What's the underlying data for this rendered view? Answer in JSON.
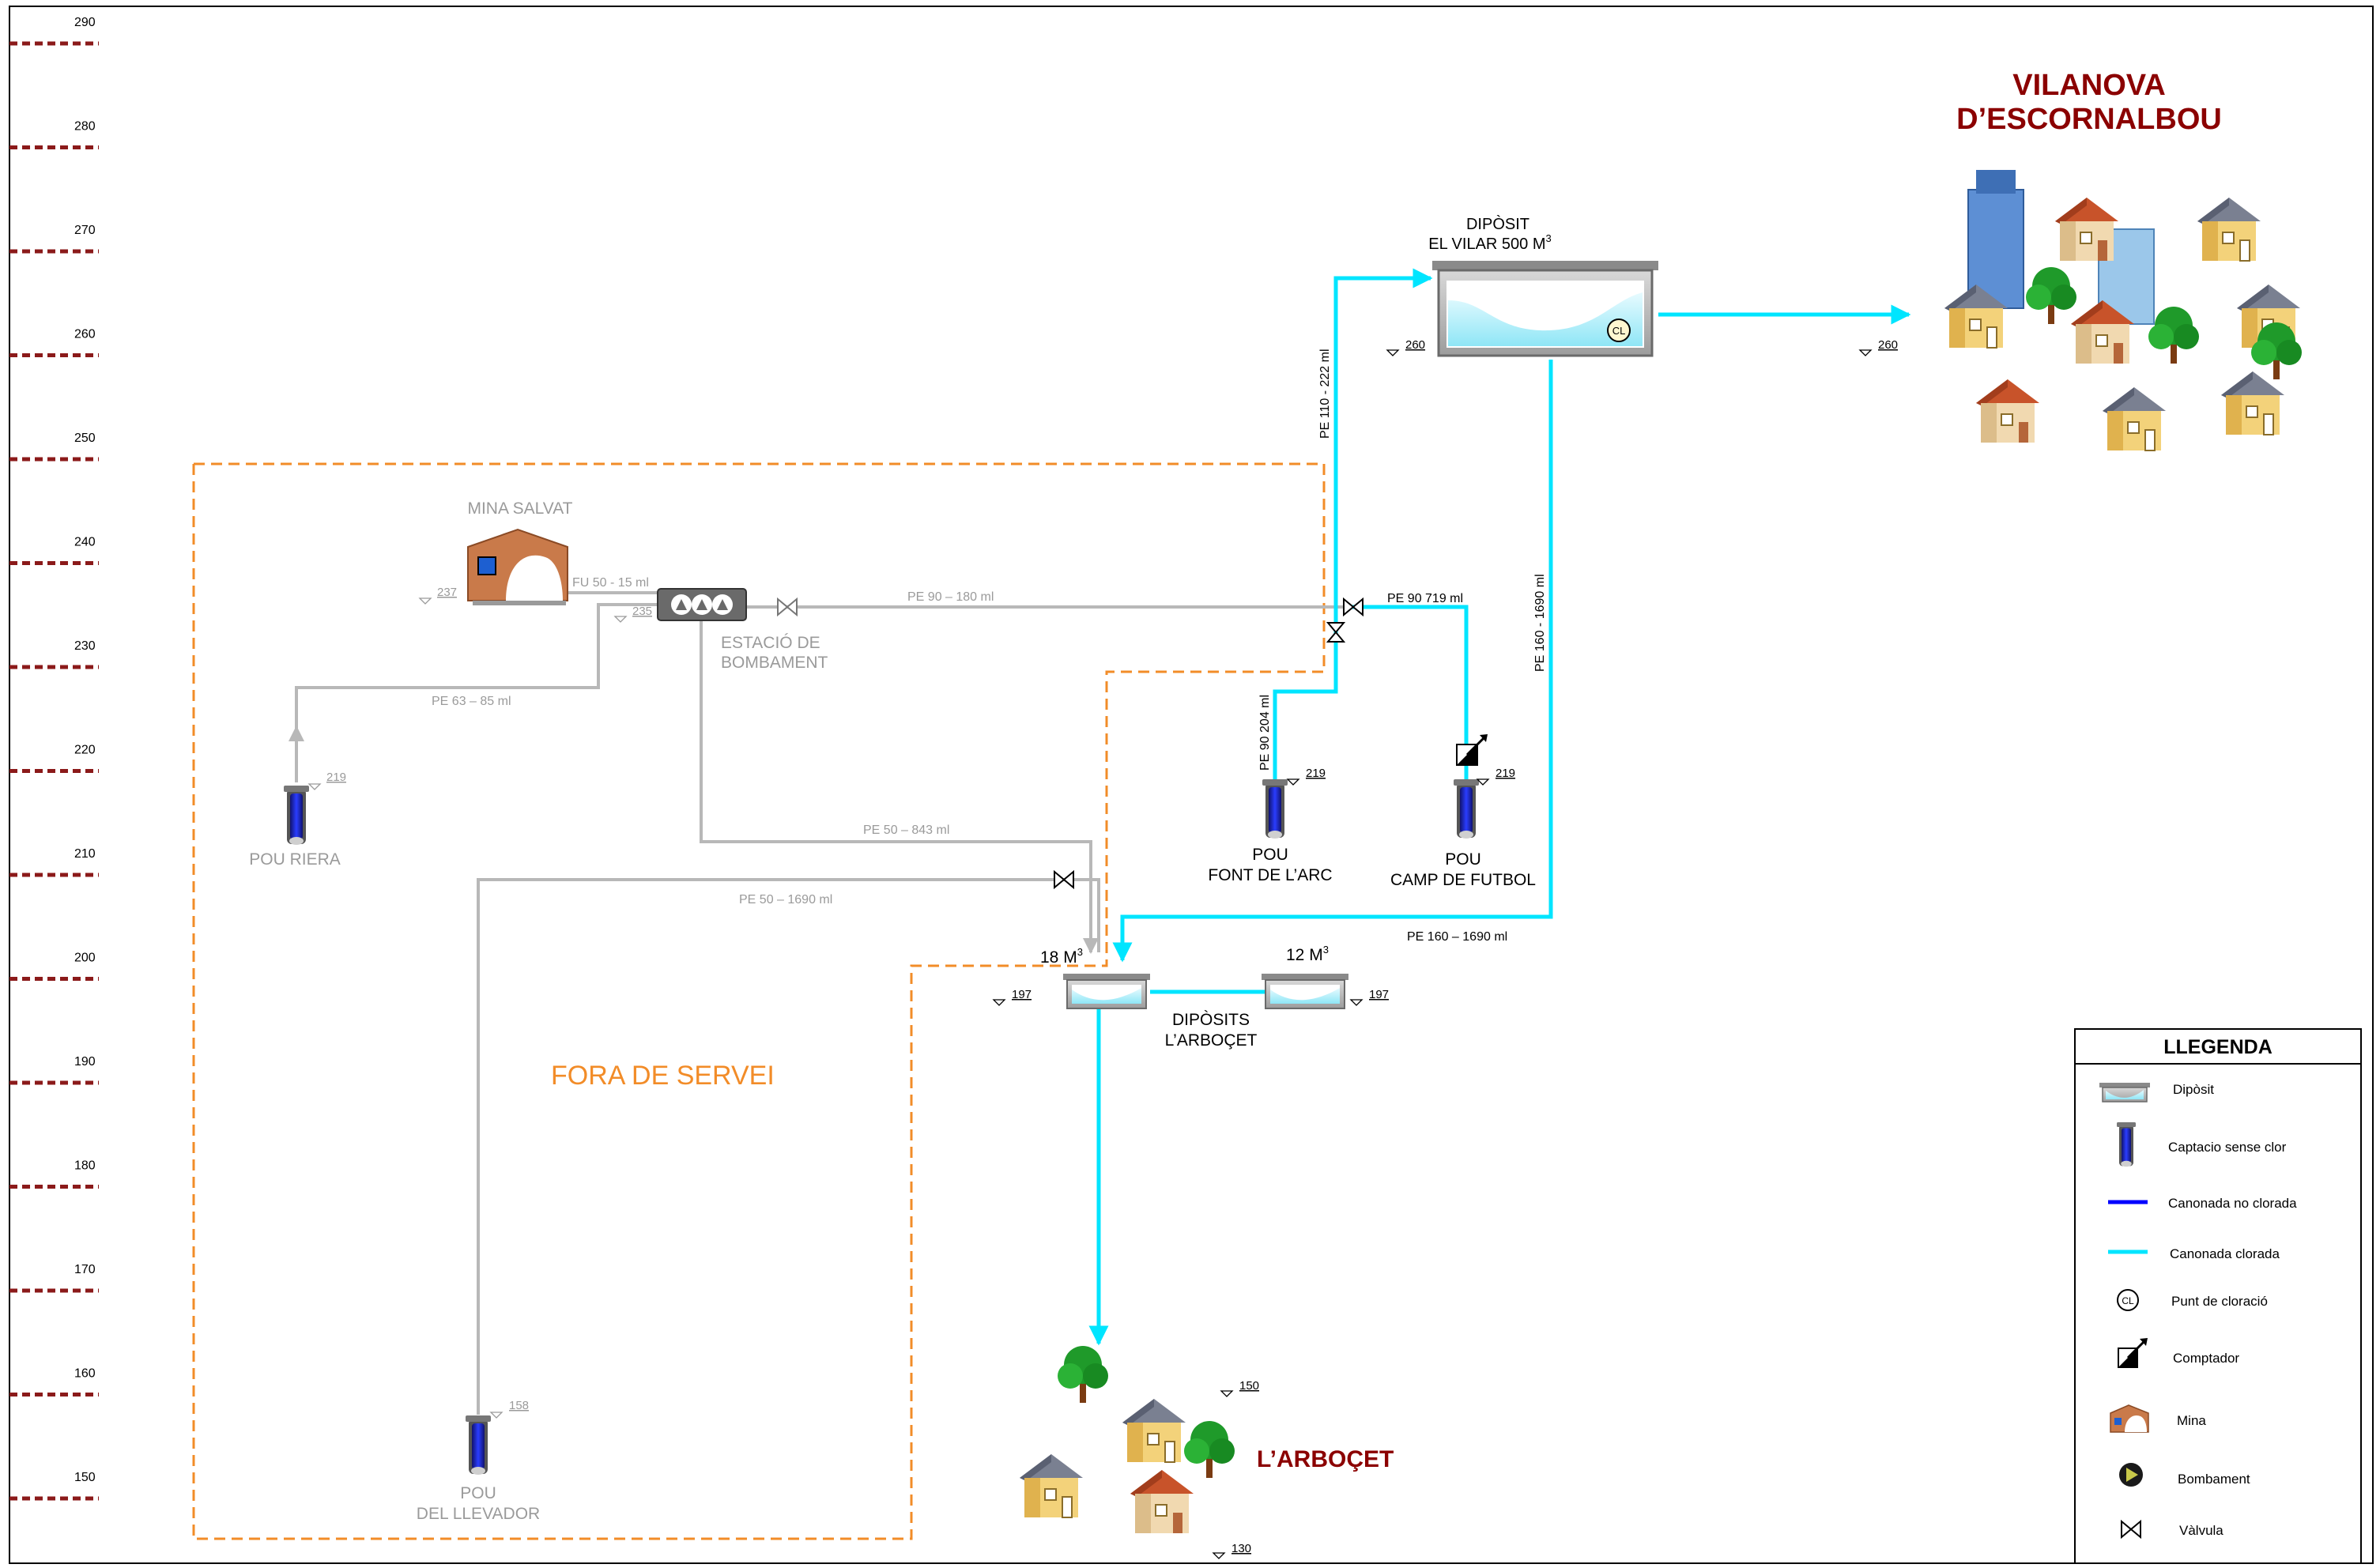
{
  "colors": {
    "chlorinated": "#00e5ff",
    "unchlorinated": "#0000ff",
    "out_of_service": "#f28c28",
    "inactive_pipe": "#b8b8b8",
    "level_marker": "#8b1a1a",
    "town_label": "#8b0000"
  },
  "elevation_scale": [
    {
      "label": "290"
    },
    {
      "label": "280"
    },
    {
      "label": "270"
    },
    {
      "label": "260"
    },
    {
      "label": "250"
    },
    {
      "label": "240"
    },
    {
      "label": "230"
    },
    {
      "label": "220"
    },
    {
      "label": "210"
    },
    {
      "label": "200"
    },
    {
      "label": "190"
    },
    {
      "label": "180"
    },
    {
      "label": "170"
    },
    {
      "label": "160"
    },
    {
      "label": "150"
    }
  ],
  "towns": {
    "vilanova_line1": "VILANOVA",
    "vilanova_line2": "D’ESCORNALBOU",
    "arbocet": "L’ARBOÇET"
  },
  "nodes": {
    "diposit_vilar_line1": "DIPÒSIT",
    "diposit_vilar_line2": "EL VILAR 500 M",
    "diposit_vilar_sup": "3",
    "mina_salvat": "MINA SALVAT",
    "estacio_line1": "ESTACIÓ DE",
    "estacio_line2": "BOMBAMENT",
    "pou_riera": "POU RIERA",
    "pou_font_line1": "POU",
    "pou_font_line2": "FONT DE L’ARC",
    "pou_camp_line1": "POU",
    "pou_camp_line2": "CAMP DE FUTBOL",
    "pou_llevador_line1": "POU",
    "pou_llevador_line2": "DEL LLEVADOR",
    "tank18": "18 M",
    "tank18_sup": "3",
    "tank12": "12 M",
    "tank12_sup": "3",
    "diposits_line1": "DIPÒSITS",
    "diposits_line2": "L’ARBOÇET",
    "fora_servei": "FORA DE SERVEI",
    "cl_badge": "CL"
  },
  "pipes": {
    "pe110": "PE 110 - 222 ml",
    "pe160_vertical": "PE 160 - 1690 ml",
    "pe160_horizontal": "PE 160 – 1690 ml",
    "pe90_719": "PE 90 719 ml",
    "pe90_204": "PE 90 204 ml",
    "pe90_180": "PE 90 – 180 ml",
    "fu50": "FU 50 - 15 ml",
    "pe63": "PE 63 – 85 ml",
    "pe50_843": "PE 50 – 843 ml",
    "pe50_1690": "PE 50 – 1690 ml"
  },
  "elevations": {
    "vilar": "260",
    "vilanova": "260",
    "mina": "237",
    "estacio": "235",
    "riera": "219",
    "font": "219",
    "camp": "219",
    "tank18": "197",
    "tank12": "197",
    "llevador": "158",
    "arbocet_top": "150",
    "arbocet_bottom": "130"
  },
  "legend": {
    "title": "LLEGENDA",
    "items": [
      {
        "label": "Dipòsit",
        "icon": "tank-icon"
      },
      {
        "label": "Captacio sense clor",
        "icon": "well-icon"
      },
      {
        "label": "Canonada no clorada",
        "icon": "blue-line-icon"
      },
      {
        "label": "Canonada clorada",
        "icon": "cyan-line-icon"
      },
      {
        "label": "Punt de cloració",
        "icon": "chlorination-icon"
      },
      {
        "label": "Comptador",
        "icon": "meter-icon"
      },
      {
        "label": "Mina",
        "icon": "mine-icon"
      },
      {
        "label": "Bombament",
        "icon": "pump-icon"
      },
      {
        "label": "Vàlvula",
        "icon": "valve-icon"
      }
    ]
  }
}
